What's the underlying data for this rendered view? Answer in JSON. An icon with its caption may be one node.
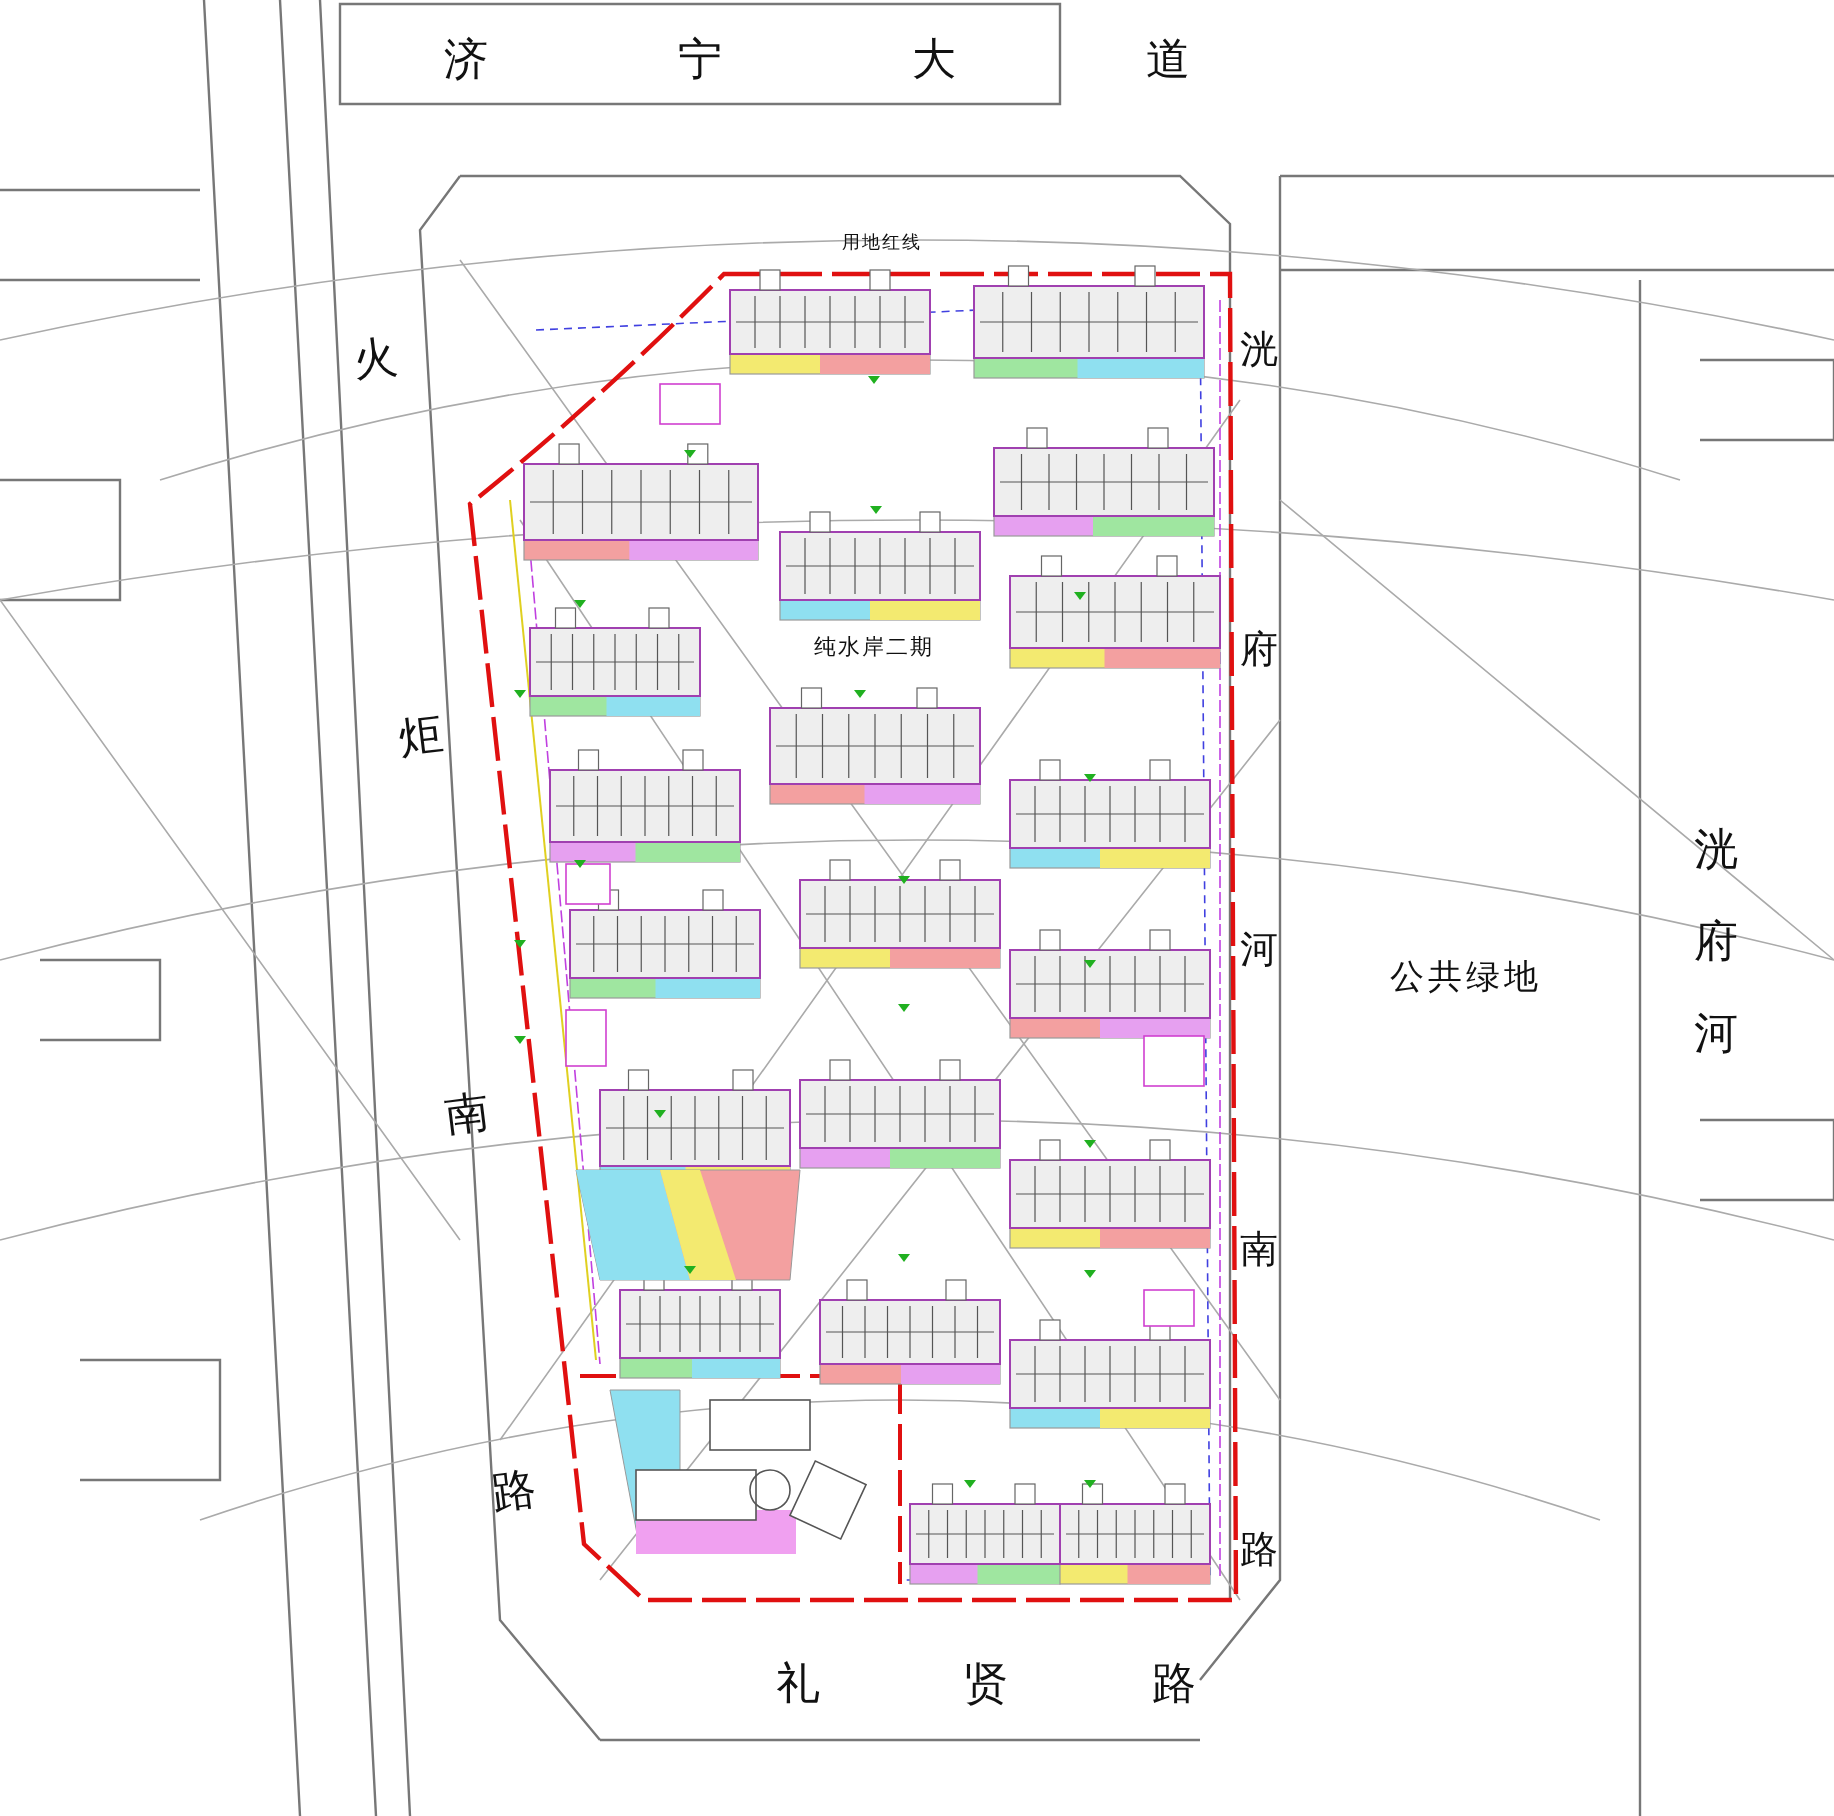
{
  "diagram": {
    "labels": [
      "济宁大道",
      "用地红线",
      "火炬南路",
      "洸府河南路",
      "纯水岸二期",
      "公共绿地",
      "洸府河",
      "礼贤路"
    ]
  }
}
